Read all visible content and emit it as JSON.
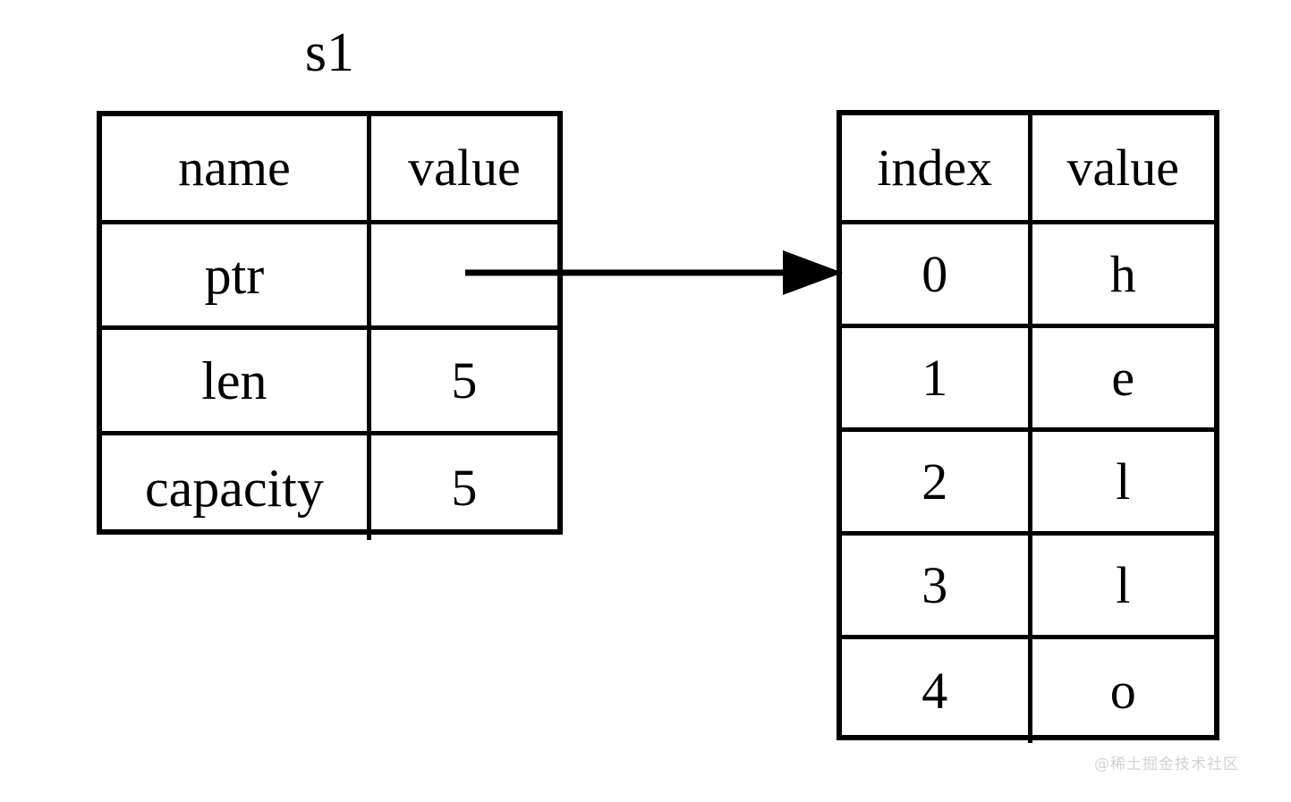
{
  "diagram": {
    "kind": "memory-layout-diagram",
    "background_color": "#ffffff",
    "line_color": "#000000"
  },
  "struct_table": {
    "title": "s1",
    "headers": {
      "name": "name",
      "value": "value"
    },
    "rows": [
      {
        "name": "ptr",
        "value": ""
      },
      {
        "name": "len",
        "value": "5"
      },
      {
        "name": "capacity",
        "value": "5"
      }
    ]
  },
  "buffer_table": {
    "headers": {
      "index": "index",
      "value": "value"
    },
    "rows": [
      {
        "index": "0",
        "value": "h"
      },
      {
        "index": "1",
        "value": "e"
      },
      {
        "index": "2",
        "value": "l"
      },
      {
        "index": "3",
        "value": "l"
      },
      {
        "index": "4",
        "value": "o"
      }
    ]
  },
  "pointer_arrow": {
    "icon": "arrow-right-icon",
    "from": "struct-ptr-value-cell",
    "to": "buffer-row-0",
    "color": "#000000"
  },
  "watermark": {
    "text": "@稀土掘金技术社区",
    "color": "#d2d2d2"
  }
}
